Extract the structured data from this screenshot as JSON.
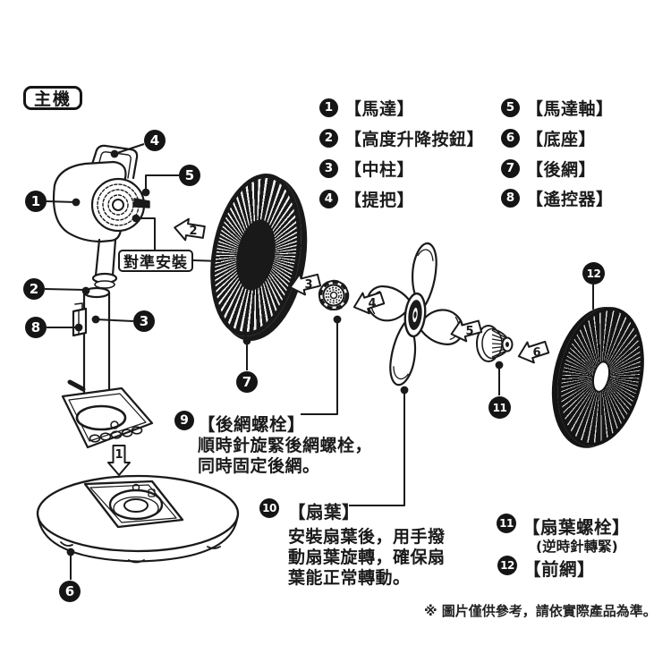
{
  "page": {
    "badge": "主機",
    "disclaimer": "※ 圖片僅供參考，請依實際產品為準。"
  },
  "align_label": "對準安裝",
  "parts_left": [
    {
      "num": "1",
      "name": "【馬達】"
    },
    {
      "num": "2",
      "name": "【高度升降按鈕】"
    },
    {
      "num": "3",
      "name": "【中柱】"
    },
    {
      "num": "4",
      "name": "【提把】"
    }
  ],
  "parts_right": [
    {
      "num": "5",
      "name": "【馬達軸】"
    },
    {
      "num": "6",
      "name": "【底座】"
    },
    {
      "num": "7",
      "name": "【後網】"
    },
    {
      "num": "8",
      "name": "【遙控器】"
    }
  ],
  "steps": {
    "s9": {
      "num": "9",
      "title": "【後網螺栓】",
      "line1": "順時針旋緊後網螺栓，",
      "line2": "同時固定後網。"
    },
    "s10": {
      "num": "10",
      "title": "【扇葉】",
      "line1": "安裝扇葉後，用手撥",
      "line2": "動扇葉旋轉，確保扇",
      "line3": "葉能正常轉動。"
    },
    "s11": {
      "num": "11",
      "title": "【扇葉螺栓】",
      "note": "(逆時針轉緊)"
    },
    "s12": {
      "num": "12",
      "title": "【前網】"
    }
  },
  "callouts": {
    "c1": "1",
    "c2": "2",
    "c3": "3",
    "c4": "4",
    "c5": "5",
    "c6": "6",
    "c7": "7",
    "c8": "8",
    "c11": "11",
    "c12": "12"
  },
  "arrows": {
    "a1": "1",
    "a2": "2",
    "a3": "3",
    "a4": "4",
    "a5": "5",
    "a6": "6"
  }
}
